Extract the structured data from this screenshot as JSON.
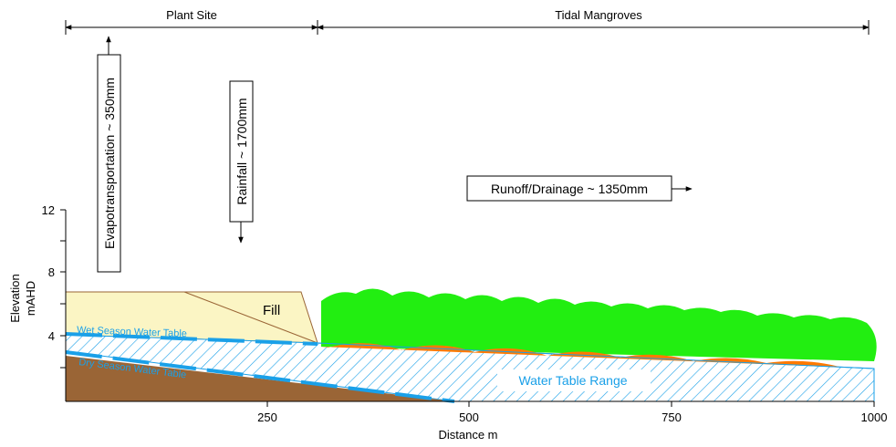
{
  "zones": {
    "plant_site": "Plant Site",
    "tidal_mangroves": "Tidal Mangroves"
  },
  "flows": {
    "evapotranspiration": "Evapotransportation ~ 350mm",
    "rainfall": "Rainfall ~ 1700mm",
    "runoff": "Runoff/Drainage ~ 1350mm"
  },
  "labels": {
    "fill": "Fill",
    "wet_season": "Wet Season Water Table",
    "dry_season": "Dry Season Water Table",
    "water_table_range": "Water Table Range"
  },
  "axes": {
    "y_label_line1": "Elevation",
    "y_label_line2": "mAHD",
    "x_label": "Distance m",
    "y_ticks": [
      "4",
      "8",
      "12"
    ],
    "x_ticks": [
      "250",
      "500",
      "750",
      "1000"
    ]
  },
  "colors": {
    "fill_material": "#fbf5c4",
    "ground": "#9a6536",
    "water_blue": "#1aa0e8",
    "mangrove_green": "#22ee11",
    "mangrove_root": "#ff7a00"
  }
}
